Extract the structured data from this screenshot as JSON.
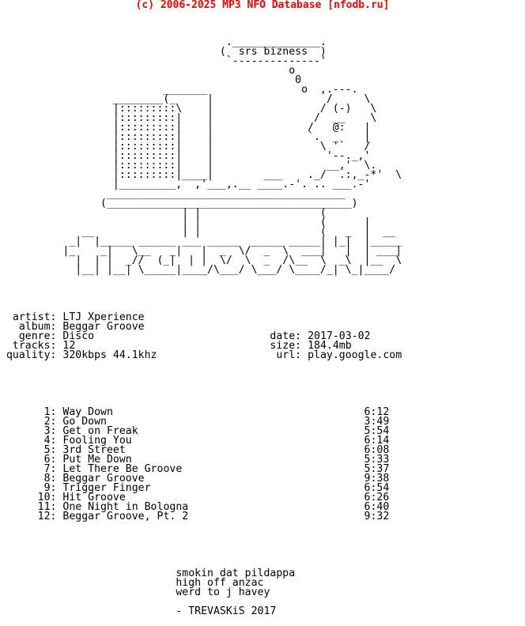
{
  "header": {
    "text": "(c) 2006-2025 MP3 NFO Database [nfodb.ru]",
    "color": "#ff0000"
  },
  "art": {
    "lines": [
      "",
      "                                    .______________.",
      "                                   (  srs bizness  )",
      "                                    `--------------'",
      "                                              o",
      "                                               0",
      "                          _______               o  ,.---.",
      "                  ________(_     |                  /     \\",
      "                  |:::::::::\\    |                 / (-)   \\",
      "                  |:::::::::|    |                /  __    \\",
      "                  |:::::::::|    |               /   @:   |",
      "                  |:::::::::|    |               `.  _    |",
      "                  |:::::::::|    |                 \\ '`   /",
      "                  |:::::::::|    |                  '--._,'",
      "                  |:::::::::|    |                  __,'  \\.",
      "                  |:::::::::|____|        ___    ._/  .:,_-*'  \\",
      "                  |_________,  ,'___,.__ ____.-'. .. ___.-'",
      "                 ______________________________________",
      "                (_______________________________________)",
      "                             | |                   (",
      "                             | |                   (      |",
      "             __              | |                   (   _  |  __",
      "           _|  |_____ ______ ___ _____  _____ _____| |_|  |_____",
      "          |_    _|   \\__   _|   |  _  \\/  _  \\  ___|   |  | ___|",
      "            |  | |  _//  (_|  | |  \\/  \\  _  /\\__  \\  _\\  |__  \\",
      "            |__| |__| \\_____|____/\\___/ \\___/ \\____/_| \\_|____/",
      "",
      ""
    ]
  },
  "release": {
    "labels": {
      "artist": "artist:",
      "album": "album:",
      "genre": "genre:",
      "tracks": "tracks:",
      "quality": "quality:",
      "date": "date:",
      "size": "size:",
      "url": "url:"
    },
    "artist": "LTJ Xperience",
    "album": "Beggar Groove",
    "genre": "Disco",
    "tracks": "12",
    "quality": "320kbps 44.1khz",
    "date": "2017-03-02",
    "size": "184.4mb",
    "url": "play.google.com"
  },
  "tracklist": [
    {
      "num": "1:",
      "title": "Way Down",
      "time": "6:12"
    },
    {
      "num": "2:",
      "title": "Go Down",
      "time": "3:49"
    },
    {
      "num": "3:",
      "title": "Get on Freak",
      "time": "5:54"
    },
    {
      "num": "4:",
      "title": "Fooling You",
      "time": "6:14"
    },
    {
      "num": "5:",
      "title": "3rd Street",
      "time": "6:08"
    },
    {
      "num": "6:",
      "title": "Put Me Down",
      "time": "5:33"
    },
    {
      "num": "7:",
      "title": "Let There Be Groove",
      "time": "5:37"
    },
    {
      "num": "8:",
      "title": "Beggar Groove",
      "time": "9:38"
    },
    {
      "num": "9:",
      "title": "Trigger Finger",
      "time": "6:54"
    },
    {
      "num": "10:",
      "title": "Hit Groove",
      "time": "6:26"
    },
    {
      "num": "11:",
      "title": "One Night in Bologna",
      "time": "6:40"
    },
    {
      "num": "12:",
      "title": "Beggar Groove, Pt. 2",
      "time": "9:32"
    }
  ],
  "notes": [
    "smokin dat pildappa",
    "high off anzac",
    "werd to j havey",
    "",
    "- TREVASKiS 2017"
  ]
}
